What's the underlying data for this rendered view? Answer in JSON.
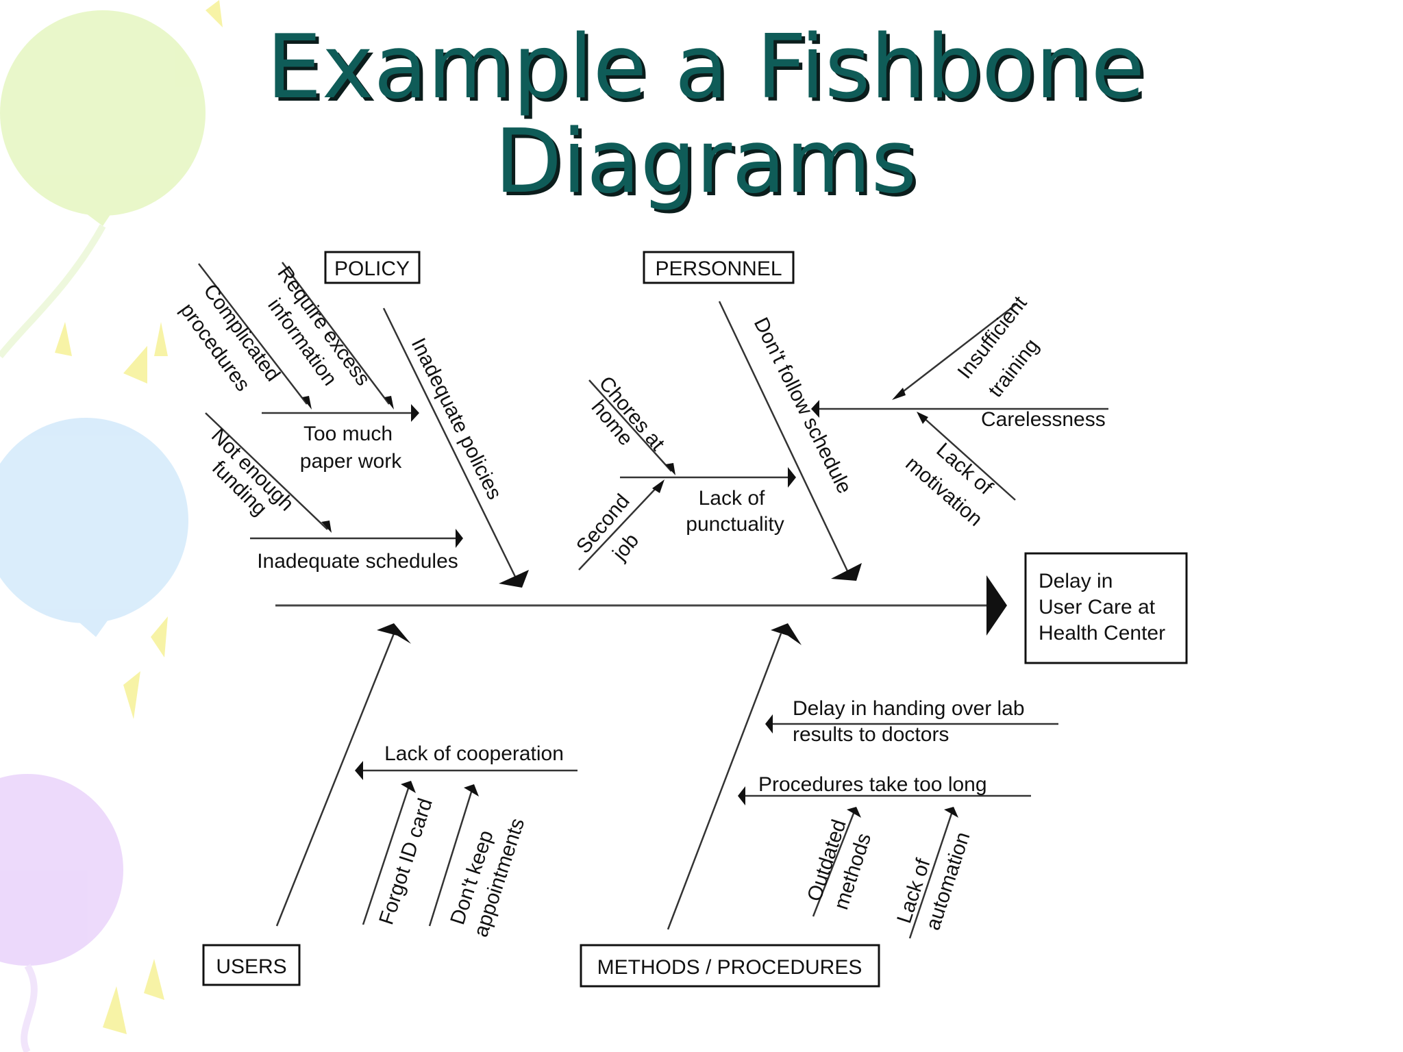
{
  "slide": {
    "title_line1": "Example a Fishbone",
    "title_line2": "Diagrams"
  },
  "colors": {
    "title": "#0f5c58",
    "title_shadow": "#0b1d1c",
    "balloon_green": "#e8f7c7",
    "balloon_blue": "#d8ecfb",
    "balloon_purple": "#ecd8fb",
    "sparkle_yellow": "#f7f3a2"
  },
  "fishbone": {
    "effect_lines": [
      "Delay in",
      "User Care at",
      "Health Center"
    ],
    "categories": {
      "policy": "POLICY",
      "personnel": "PERSONNEL",
      "users": "USERS",
      "methods": "METHODS / PROCEDURES"
    },
    "causes": {
      "complicated_procedures": [
        "Complicated",
        "procedures"
      ],
      "require_excess_information": [
        "Require excess",
        "information"
      ],
      "too_much_paper_work": [
        "Too much",
        "paper work"
      ],
      "not_enough_funding": [
        "Not enough",
        "funding"
      ],
      "inadequate_schedules": "Inadequate schedules",
      "inadequate_policies": "Inadequate policies",
      "chores_at_home": [
        "Chores at",
        "home"
      ],
      "second_job": [
        "Second",
        "job"
      ],
      "lack_of_punctuality": [
        "Lack of",
        "punctuality"
      ],
      "dont_follow_schedule": "Don't follow schedule",
      "insufficient_training": [
        "Insufficient",
        "training"
      ],
      "carelessness": "Carelessness",
      "lack_of_motivation": [
        "Lack of",
        "motivation"
      ],
      "lack_of_cooperation": "Lack of cooperation",
      "forgot_id_card": "Forgot ID card",
      "dont_keep_appointments": [
        "Don't keep",
        "appointments"
      ],
      "delay_lab_results": [
        "Delay in handing over lab",
        "results to doctors"
      ],
      "procedures_take_too_long": "Procedures take too long",
      "outdated_methods": [
        "Outdated",
        "methods"
      ],
      "lack_of_automation": [
        "Lack of",
        "automation"
      ]
    }
  }
}
